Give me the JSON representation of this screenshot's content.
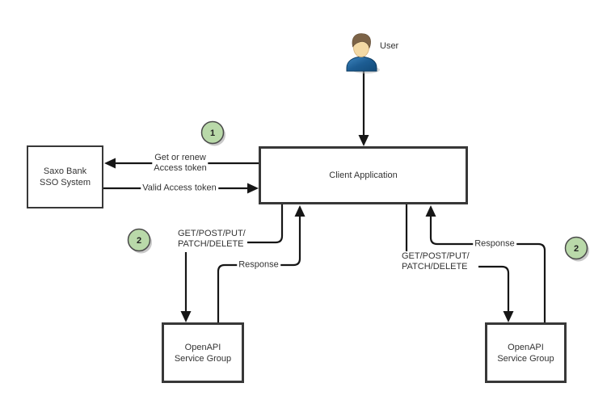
{
  "colors": {
    "step_fill": "#b9d9a9",
    "step_border": "#4a4a4a",
    "box_border": "#383838",
    "line": "#161616"
  },
  "user": {
    "label": "User"
  },
  "step_badges": {
    "step1": "1",
    "step2_left": "2",
    "step2_right": "2"
  },
  "nodes": {
    "sso": {
      "line1": "Saxo Bank",
      "line2": "SSO System"
    },
    "client": {
      "label": "Client Application"
    },
    "openapi_left": {
      "line1": "OpenAPI",
      "line2": "Service Group"
    },
    "openapi_right": {
      "line1": "OpenAPI",
      "line2": "Service Group"
    }
  },
  "edges": {
    "get_renew": {
      "line1": "Get or renew",
      "line2": "Access token"
    },
    "valid_token": {
      "label": "Valid Access token"
    },
    "request_left": {
      "line1": "GET/POST/PUT/",
      "line2": "PATCH/DELETE"
    },
    "response_left": {
      "label": "Response"
    },
    "request_right": {
      "line1": "GET/POST/PUT/",
      "line2": "PATCH/DELETE"
    },
    "response_right": {
      "label": "Response"
    }
  }
}
